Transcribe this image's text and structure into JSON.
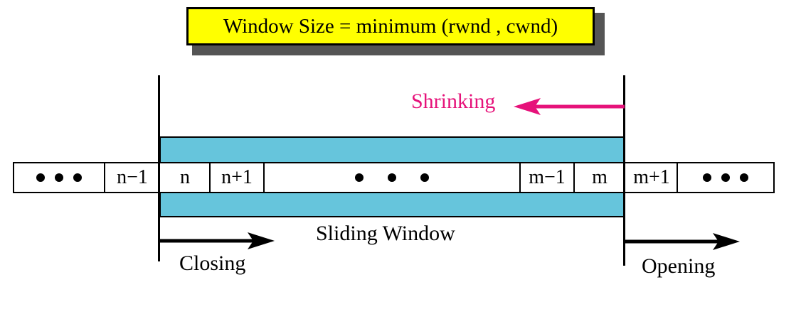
{
  "formula": "Window Size = minimum (rwnd , cwnd)",
  "cells": {
    "left_ellipsis": "• • •",
    "n_minus_1": "n−1",
    "n": "n",
    "n_plus_1": "n+1",
    "window_ellipsis": "• • •",
    "m_minus_1": "m−1",
    "m": "m",
    "m_plus_1": "m+1",
    "right_ellipsis": "• • •"
  },
  "labels": {
    "shrinking": "Shrinking",
    "sliding_window": "Sliding Window",
    "closing": "Closing",
    "opening": "Opening"
  },
  "colors": {
    "formula_background": "#ffff00",
    "window_band": "#66c5dc",
    "shrinking": "#e6127a",
    "line": "#000000"
  }
}
